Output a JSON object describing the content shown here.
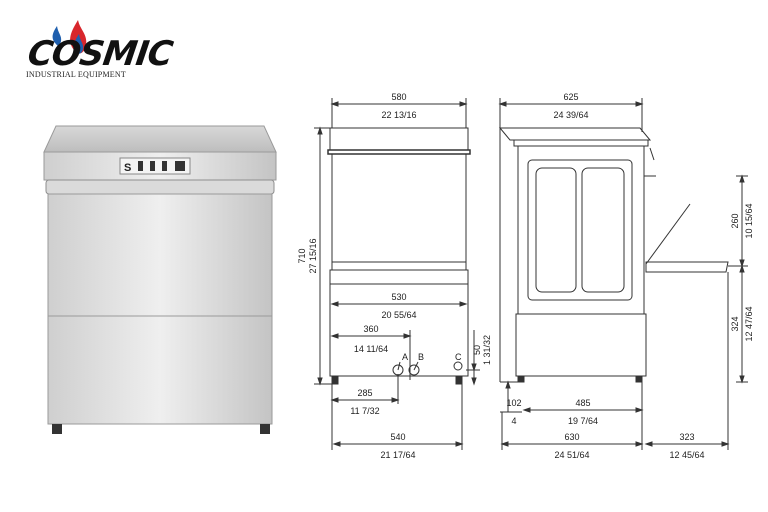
{
  "brand": {
    "name": "COSMIC",
    "tagline": "INDUSTRIAL EQUIPMENT",
    "colors": {
      "flame_red": "#d8262c",
      "flame_blue": "#1f5fae",
      "text": "#111111"
    }
  },
  "photo": {
    "panel_text": "S",
    "steel_light": "#e6e6e6",
    "steel_dark": "#b9b9b9"
  },
  "front_view": {
    "width_mm": "580",
    "width_in": "22 13/16",
    "height_mm": "710",
    "height_in": "27 15/16",
    "inner_width_mm": "530",
    "inner_width_in": "20 55/64",
    "depth_mm": "360",
    "depth_in": "14 11/64",
    "pos_mm": "285",
    "pos_in": "11 7/32",
    "base_width_mm": "540",
    "base_width_in": "21 17/64",
    "pipe_height_mm": "50",
    "pipe_height_in": "1 31/32",
    "point_a": "A",
    "point_b": "B",
    "point_c": "C"
  },
  "side_view": {
    "depth_mm": "625",
    "depth_in": "24 39/64",
    "upper_mm": "260",
    "upper_in": "10 15/64",
    "lower_mm": "324",
    "lower_in": "12 47/64",
    "foot_mm": "102",
    "foot_in": "4",
    "inner_mm": "485",
    "inner_in": "19 7/64",
    "total_mm": "630",
    "total_in": "24 51/64",
    "door_mm": "323",
    "door_in": "12 45/64"
  }
}
